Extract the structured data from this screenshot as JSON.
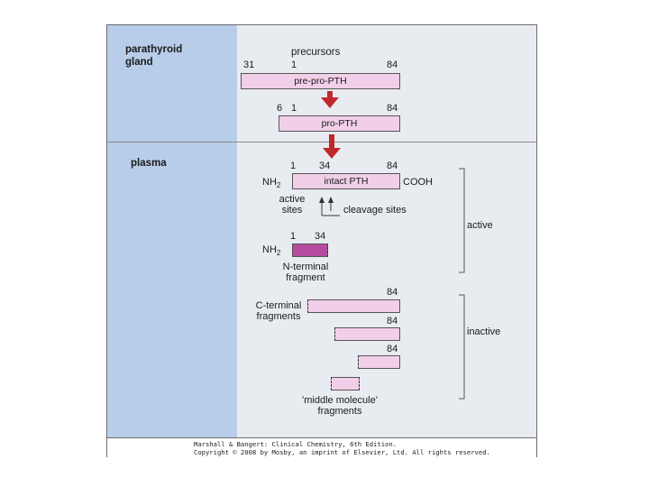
{
  "sections": {
    "gland_line1": "parathyroid",
    "gland_line2": "gland",
    "plasma": "plasma"
  },
  "precursors": {
    "heading": "precursors",
    "prepro": {
      "start": "31",
      "one": "1",
      "end": "84",
      "label": "pre-pro-PTH"
    },
    "pro": {
      "start": "6",
      "one": "1",
      "end": "84",
      "label": "pro-PTH"
    }
  },
  "intact": {
    "one": "1",
    "mid": "34",
    "end": "84",
    "label": "intact PTH",
    "nh2": "NH",
    "sub2": "2",
    "cooh": "COOH",
    "active_sites_1": "active",
    "active_sites_2": "sites",
    "cleavage": "cleavage sites"
  },
  "nterm": {
    "one": "1",
    "end": "34",
    "nh2": "NH",
    "sub2": "2",
    "label1": "N-terminal",
    "label2": "fragment"
  },
  "cterm": {
    "end1": "84",
    "end2": "84",
    "end3": "84",
    "label1": "C-terminal",
    "label2": "fragments"
  },
  "middle": {
    "label1": "'middle molecule'",
    "label2": "fragments"
  },
  "brackets": {
    "active": "active",
    "inactive": "inactive"
  },
  "footer": {
    "line1": "Marshall & Bangert: Clinical Chemistry, 6th Edition.",
    "line2": "Copyright © 2008 by Mosby, an imprint of Elsevier, Ltd. All rights reserved."
  },
  "colors": {
    "sidebar": "#b8cdea",
    "panel": "#e8ecf1",
    "segment_fill": "#f2cfe8",
    "nterminal_fill": "#b64ca0",
    "arrow": "#c0282c"
  }
}
